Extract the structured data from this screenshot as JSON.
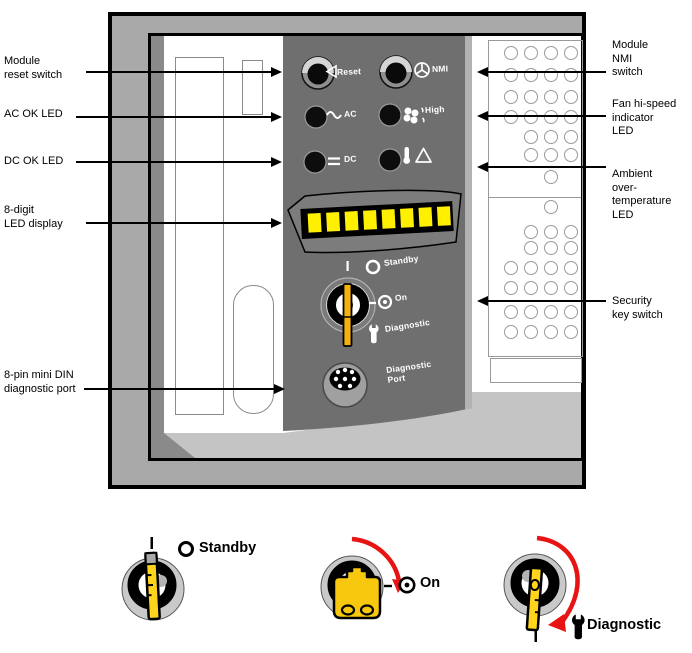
{
  "callouts": {
    "left": [
      "Module\nreset switch",
      "AC OK LED",
      "DC OK LED",
      "8-digit\nLED display",
      "8-pin mini DIN\ndiagnostic port"
    ],
    "right": [
      "Module\nNMI\nswitch",
      "Fan hi-speed\nindicator\nLED",
      "Ambient\nover-\ntemperature\nLED",
      "Security\nkey switch"
    ]
  },
  "panel": {
    "reset": "Reset",
    "nmi": "NMI",
    "ac": "AC",
    "fan_high": "High",
    "dc": "DC",
    "standby": "Standby",
    "on": "On",
    "diagnostic": "Diagnostic",
    "port": "Diagnostic\nPort",
    "led_display": {
      "segments": 8,
      "lit_color": "#ffef00"
    }
  },
  "key_positions": {
    "standby": "Standby",
    "on": "On",
    "diagnostic": "Diagnostic"
  },
  "figure": {
    "vent_hole_rows": [
      4,
      4,
      4,
      4,
      3,
      3,
      1,
      1,
      3,
      3,
      4,
      4,
      4,
      4
    ]
  },
  "colors": {
    "panel_gray": "#6f6f6f",
    "frame_gray": "#a9a9a9",
    "floor_gray": "#c4c4c4",
    "key_yellow": "#f4b20b",
    "bright_key_yellow": "#ffd41c",
    "arrow_red": "#e81414",
    "led_yellow": "#ffef00"
  }
}
